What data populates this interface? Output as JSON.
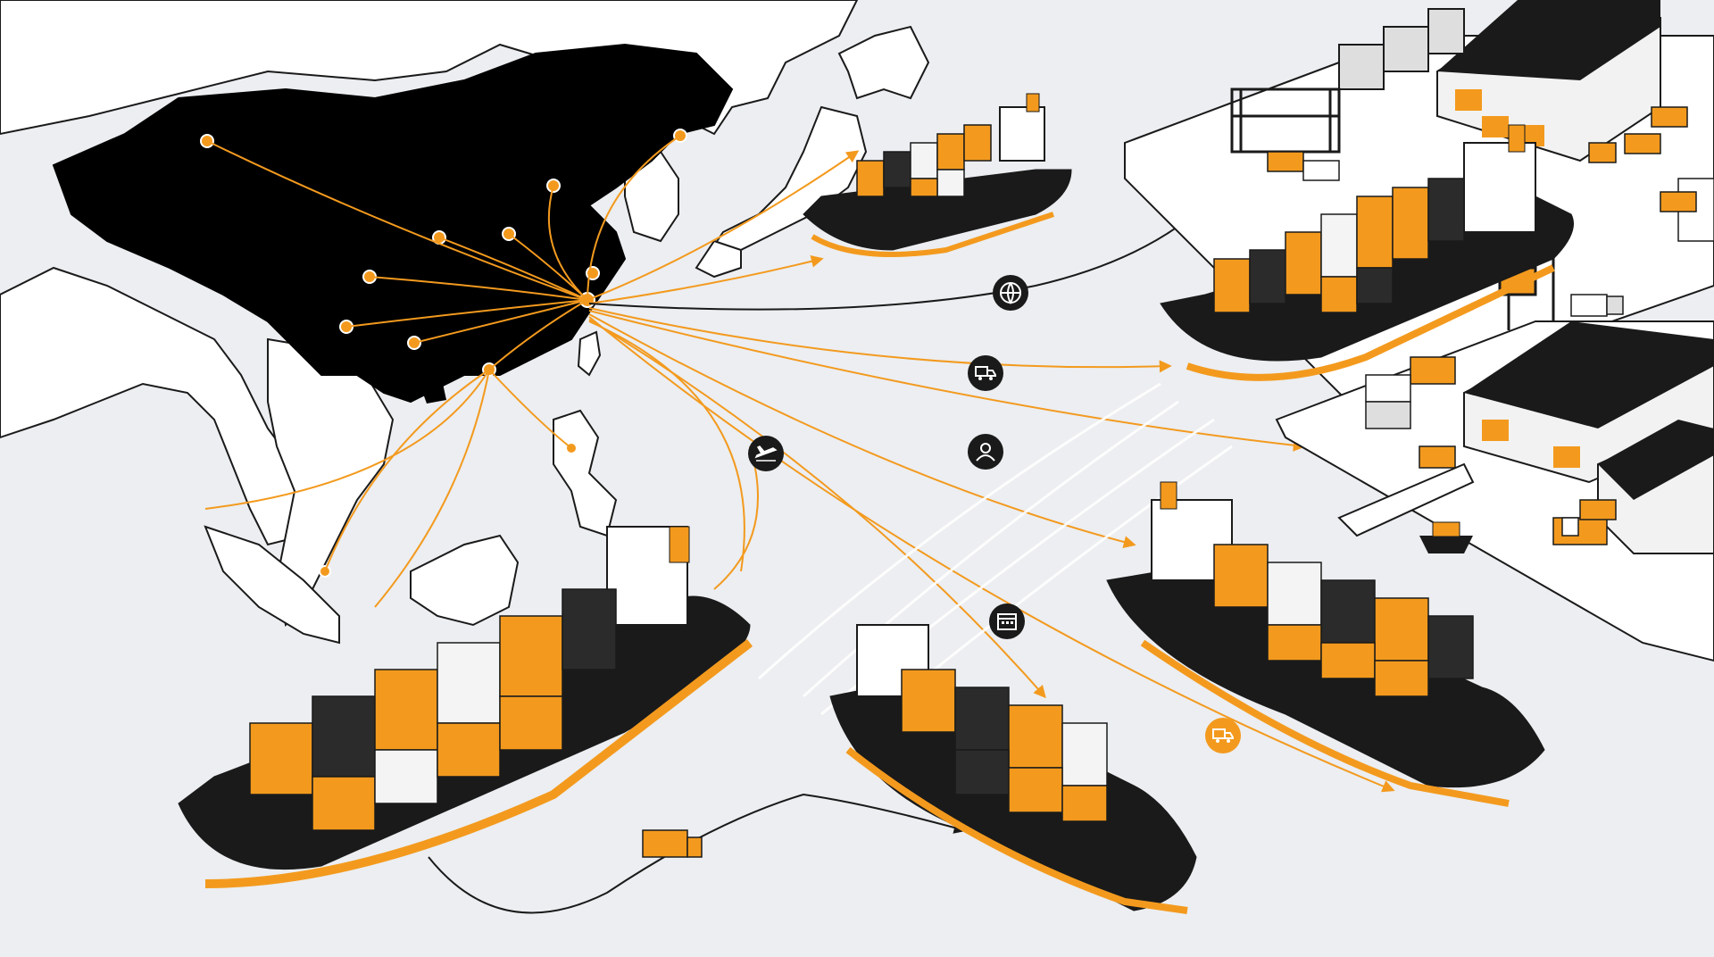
{
  "scene": {
    "description_visible_text": "",
    "colors": {
      "sea": "#eceef1",
      "land": "#ffffff",
      "highlight_land": "#000000",
      "accent": "#f39a1e",
      "hull": "#1a1a1a",
      "container_orange": "#f39a1e",
      "container_black": "#2b2b2b",
      "container_white": "#f4f4f4",
      "route_line": "#f39a1e",
      "connector_line": "#1a1a1a"
    },
    "icons": [
      "globe-icon",
      "truck-icon",
      "airplane-icon",
      "location-person-icon",
      "calendar-icon",
      "orange-truck-icon"
    ],
    "ships": [
      "ship-large-left",
      "ship-center-bottom",
      "ship-right-middle",
      "ship-right-top",
      "ship-top-center"
    ]
  }
}
